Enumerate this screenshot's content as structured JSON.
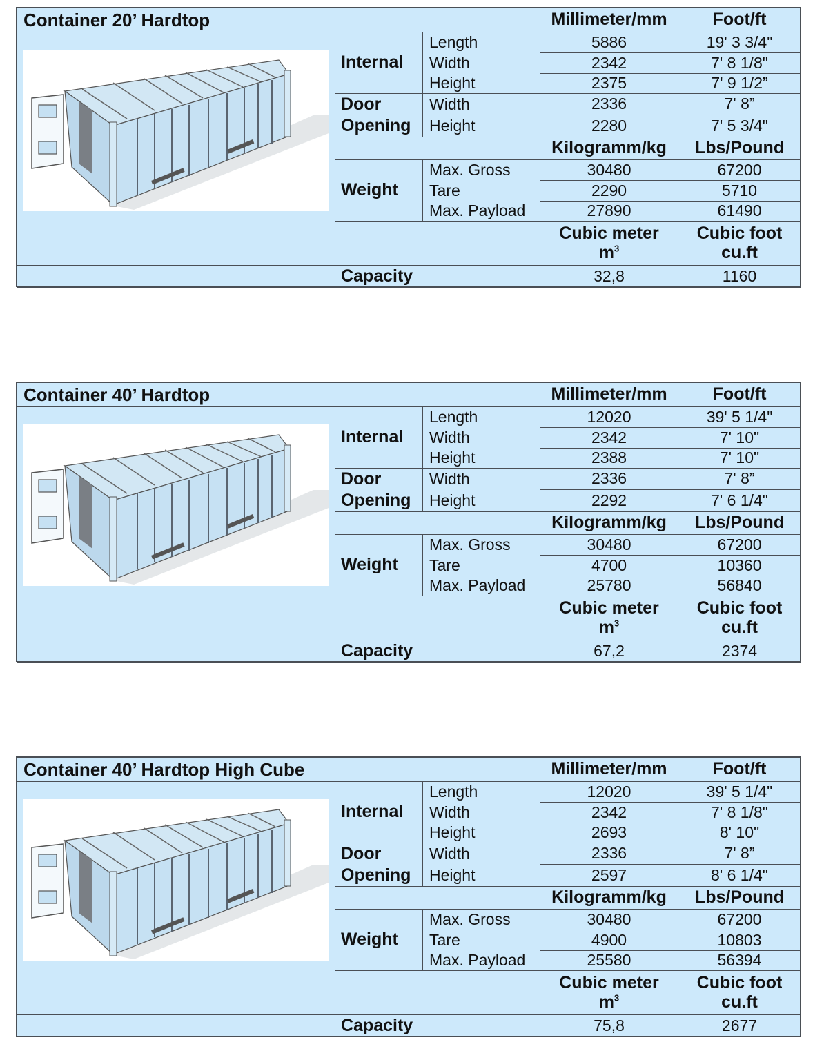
{
  "colors": {
    "cell_bg": "#cde9fb",
    "border": "#4a4f55",
    "page_bg": "#ffffff"
  },
  "labels": {
    "mm_header": "Millimeter/mm",
    "ft_header": "Foot/ft",
    "kg_header": "Kilogramm/kg",
    "lbs_header": "Lbs/Pound",
    "cubic_meter": "Cubic meter",
    "cubic_meter_unit": "m",
    "cubic_meter_exp": "3",
    "cubic_foot": "Cubic foot",
    "cubic_foot_unit": "cu.ft",
    "internal": "Internal",
    "door": "Door",
    "opening": "Opening",
    "weight": "Weight",
    "capacity": "Capacity",
    "length": "Length",
    "width": "Width",
    "height": "Height",
    "max_gross": "Max. Gross",
    "tare": "Tare",
    "max_payload": "Max. Payload",
    "image_icon": "hardtop-container-illustration"
  },
  "containers": [
    {
      "title": "Container 20’ Hardtop",
      "internal": {
        "length": {
          "mm": "5886",
          "ft": "19' 3 3/4\""
        },
        "width": {
          "mm": "2342",
          "ft": "7' 8 1/8\""
        },
        "height": {
          "mm": "2375",
          "ft": "7' 9 1/2”"
        }
      },
      "door": {
        "width": {
          "mm": "2336",
          "ft": "7' 8”"
        },
        "height": {
          "mm": "2280",
          "ft": "7' 5 3/4\""
        }
      },
      "weight": {
        "max_gross": {
          "kg": "30480",
          "lbs": "67200"
        },
        "tare": {
          "kg": "2290",
          "lbs": "5710"
        },
        "max_payload": {
          "kg": "27890",
          "lbs": "61490"
        }
      },
      "capacity": {
        "m3": "32,8",
        "cuft": "1160"
      }
    },
    {
      "title": "Container 40’ Hardtop",
      "internal": {
        "length": {
          "mm": "12020",
          "ft": "39' 5 1/4\""
        },
        "width": {
          "mm": "2342",
          "ft": "7' 10\""
        },
        "height": {
          "mm": "2388",
          "ft": "7' 10\""
        }
      },
      "door": {
        "width": {
          "mm": "2336",
          "ft": "7' 8”"
        },
        "height": {
          "mm": "2292",
          "ft": "7' 6 1/4\""
        }
      },
      "weight": {
        "max_gross": {
          "kg": "30480",
          "lbs": "67200"
        },
        "tare": {
          "kg": "4700",
          "lbs": "10360"
        },
        "max_payload": {
          "kg": "25780",
          "lbs": "56840"
        }
      },
      "capacity": {
        "m3": "67,2",
        "cuft": "2374"
      }
    },
    {
      "title": "Container 40’ Hardtop High Cube",
      "internal": {
        "length": {
          "mm": "12020",
          "ft": "39' 5 1/4\""
        },
        "width": {
          "mm": "2342",
          "ft": "7' 8 1/8\""
        },
        "height": {
          "mm": "2693",
          "ft": "8' 10\""
        }
      },
      "door": {
        "width": {
          "mm": "2336",
          "ft": "7' 8”"
        },
        "height": {
          "mm": "2597",
          "ft": "8' 6 1/4\""
        }
      },
      "weight": {
        "max_gross": {
          "kg": "30480",
          "lbs": "67200"
        },
        "tare": {
          "kg": "4900",
          "lbs": "10803"
        },
        "max_payload": {
          "kg": "25580",
          "lbs": "56394"
        }
      },
      "capacity": {
        "m3": "75,8",
        "cuft": "2677"
      }
    }
  ]
}
